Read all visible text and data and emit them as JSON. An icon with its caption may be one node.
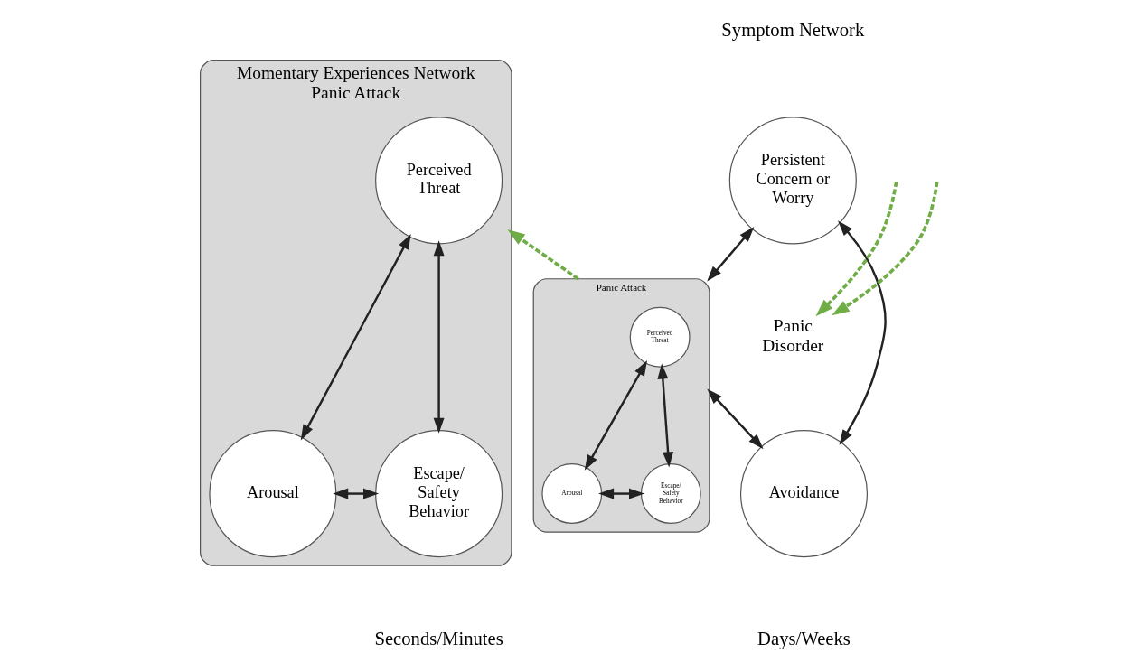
{
  "diagram": {
    "nodes": [
      {
        "text": [
          "Momentary Experiences Network",
          "Panic Attack"
        ]
      },
      {
        "text": [
          "Perceived Threat"
        ],
        "in": 0
      },
      {
        "text": [
          "Arousal"
        ],
        "in": 0
      },
      {
        "text": [
          "Escape/ Safety Behavior"
        ],
        "in": 0
      },
      {
        "text": [
          "Panic Disorder"
        ]
      },
      {
        "text": [
          "Persistent Concern or Worry"
        ]
      },
      {
        "text": [
          "Panic Attack"
        ]
      },
      {
        "text": [
          "Perceived Threat"
        ],
        "in": 6
      },
      {
        "text": [
          "Arousal"
        ],
        "in": 6
      },
      {
        "text": [
          "Escape/ Safety Behavior"
        ],
        "in": 6
      },
      {
        "text": [
          "Avoidance"
        ]
      }
    ],
    "edges": [
      {
        "from": 1,
        "to": 2,
        "arrow": "both"
      },
      {
        "from": 1,
        "to": 3,
        "arrow": "both"
      },
      {
        "from": 2,
        "to": 3,
        "arrow": "both"
      },
      {
        "from": 7,
        "to": 8,
        "arrow": "both"
      },
      {
        "from": 7,
        "to": 9,
        "arrow": "both"
      },
      {
        "from": 8,
        "to": 9,
        "arrow": "both"
      },
      {
        "from": 5,
        "to": 6,
        "arrow": "both"
      },
      {
        "from": 5,
        "to": 10,
        "arrow": "both"
      },
      {
        "from": 6,
        "to": 10,
        "arrow": "both"
      },
      {
        "from": 6,
        "to": 0,
        "arrow": "to",
        "style": "dashed",
        "color": "#70ad47"
      },
      {
        "from": null,
        "to": 4,
        "arrow": "to",
        "style": "dashed",
        "color": "#70ad47"
      },
      {
        "from": null,
        "to": 4,
        "arrow": "to",
        "style": "dashed",
        "color": "#70ad47"
      }
    ],
    "labels": [
      "Symptom Network",
      "Seconds/Minutes",
      "Days/Weeks"
    ]
  }
}
